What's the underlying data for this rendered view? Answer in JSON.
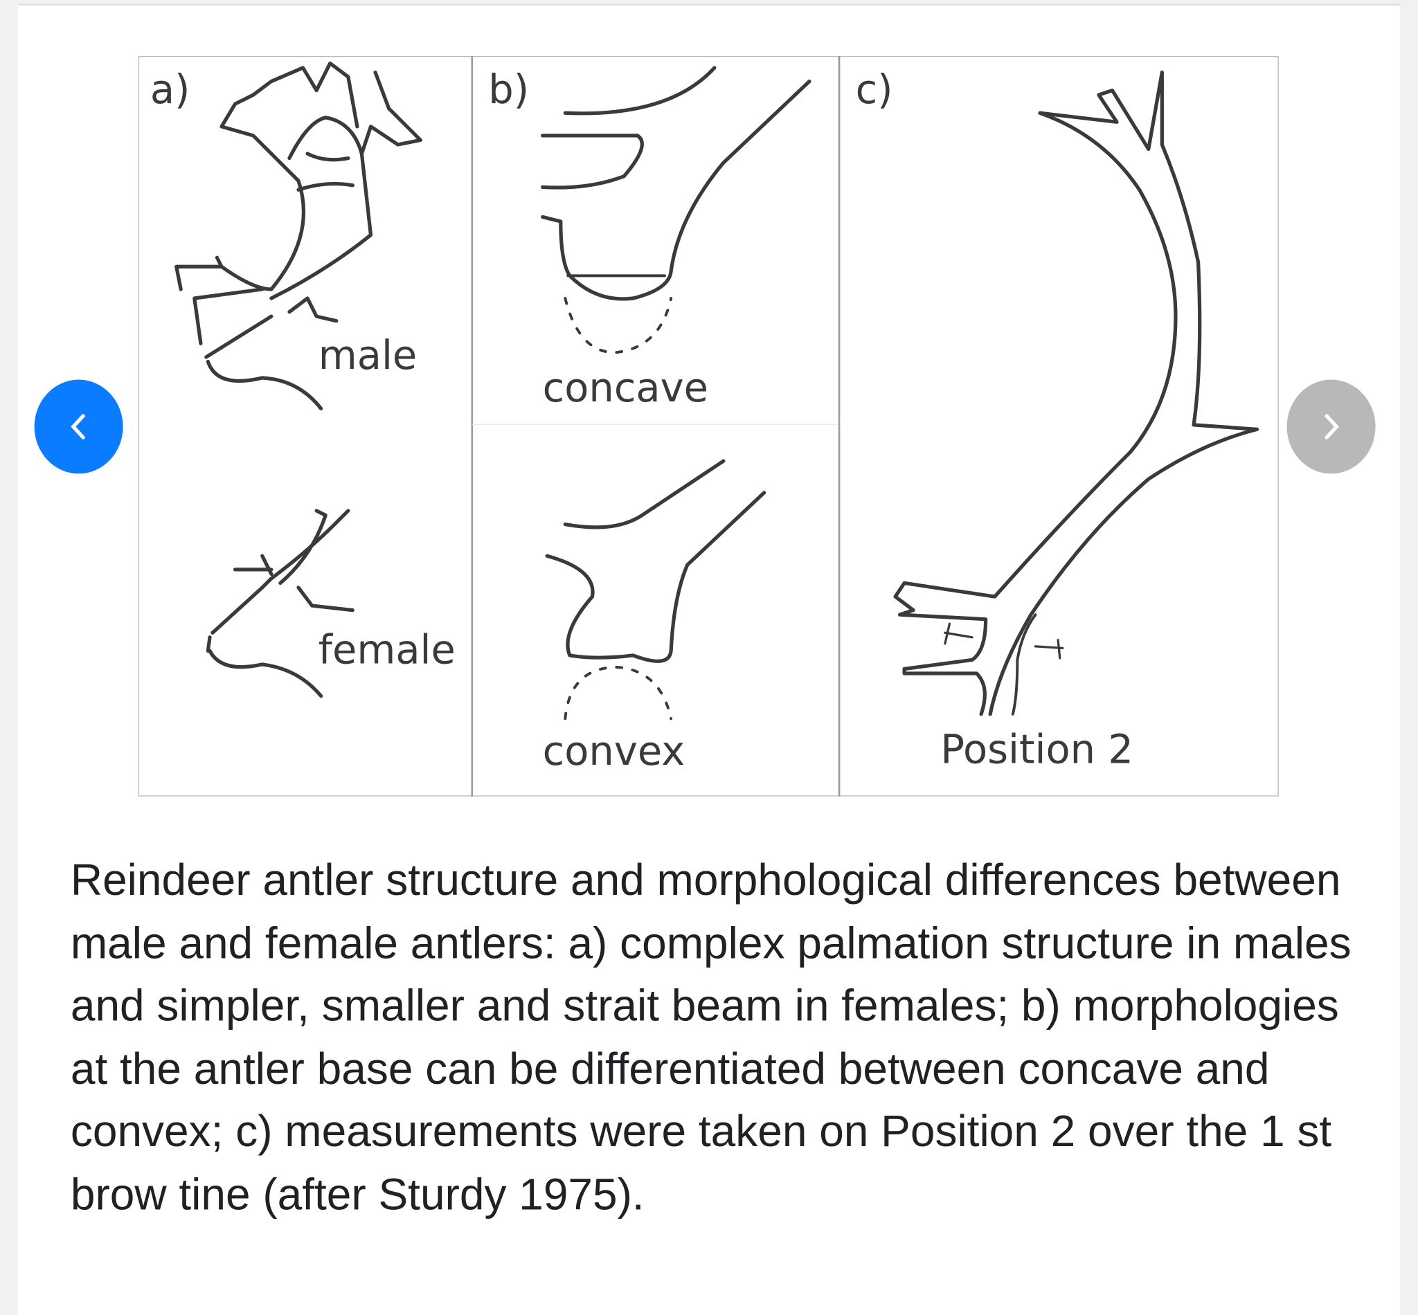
{
  "figure": {
    "panels": [
      {
        "tag": "a)",
        "labels": [
          "male",
          "female"
        ]
      },
      {
        "tag": "b)",
        "labels": [
          "concave",
          "convex"
        ]
      },
      {
        "tag": "c)",
        "labels": [
          "Position 2"
        ]
      }
    ]
  },
  "navigation": {
    "prev_icon": "chevron-left-icon",
    "next_icon": "chevron-right-icon",
    "prev_color": "#0a7cff",
    "next_color": "#b8b8b8"
  },
  "caption": "Reindeer antler structure and morphological differences between male and female antlers: a) complex palmation structure in males and simpler, smaller and strait beam in females; b) morphologies at the antler base can be differentiated between concave and convex; c) measurements were taken on Position 2 over the 1 st brow tine (after Sturdy 1975)."
}
